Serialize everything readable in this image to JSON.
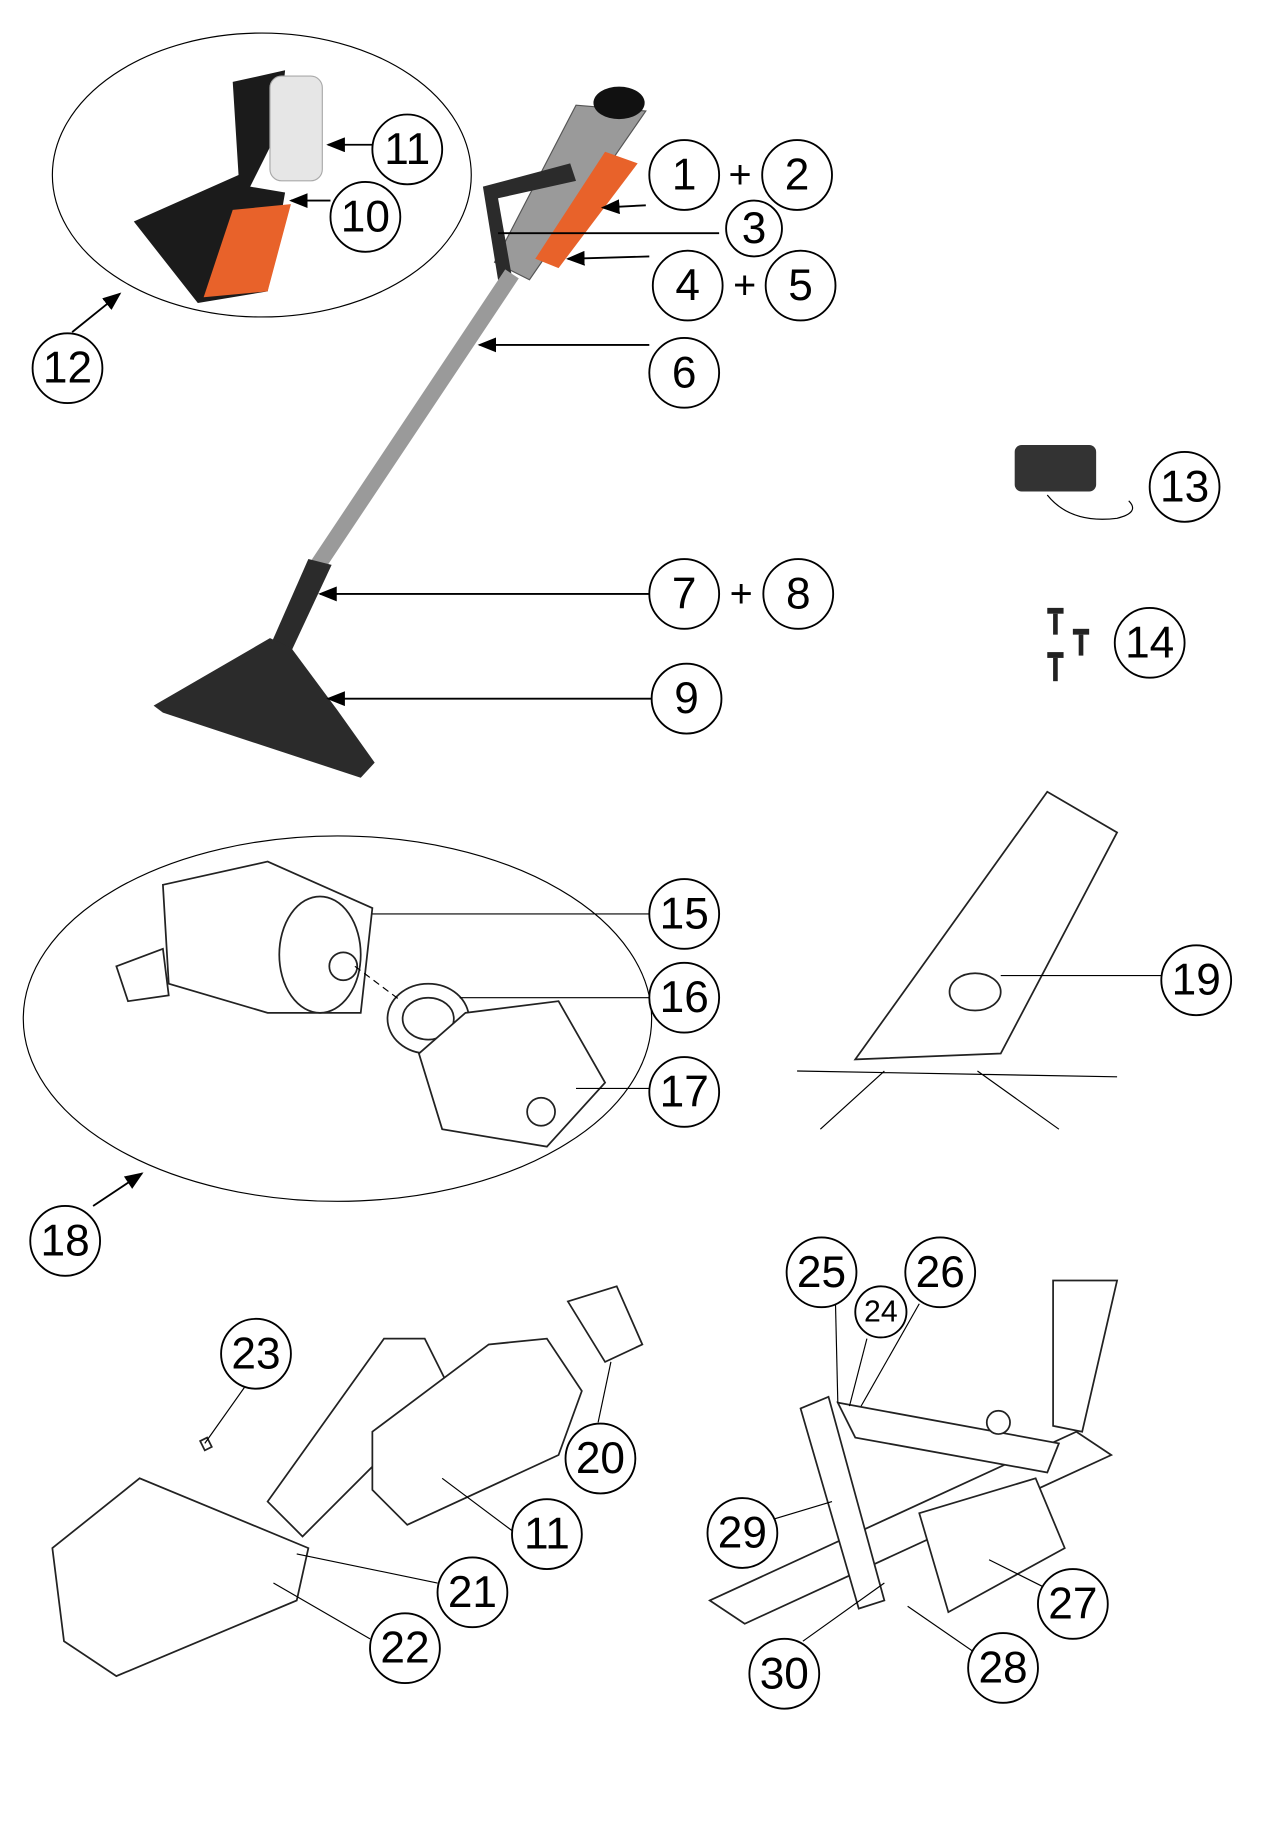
{
  "callouts": {
    "c1": "1",
    "c2": "2",
    "c3": "3",
    "c4": "4",
    "c5": "5",
    "c6": "6",
    "c7": "7",
    "c8": "8",
    "c9": "9",
    "c10": "10",
    "c11a": "11",
    "c12": "12",
    "c13": "13",
    "c14": "14",
    "c15": "15",
    "c16": "16",
    "c17": "17",
    "c18": "18",
    "c19": "19",
    "c20": "20",
    "c11b": "11",
    "c21": "21",
    "c22": "22",
    "c23": "23",
    "c24": "24",
    "c25": "25",
    "c26": "26",
    "c27": "27",
    "c28": "28",
    "c29": "29",
    "c30": "30"
  },
  "plus": "+",
  "colors": {
    "accent": "#e8622a",
    "dark": "#2b2b2b",
    "pole": "#9a9a9a"
  }
}
